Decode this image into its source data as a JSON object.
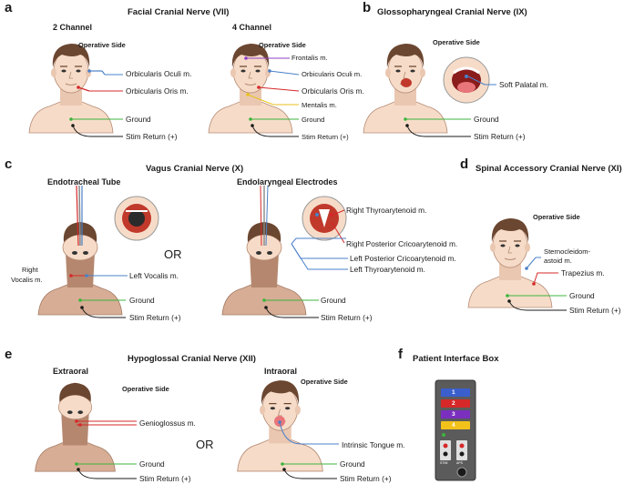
{
  "panels": {
    "a": {
      "letter": "a",
      "title": "Facial Cranial Nerve (VII)",
      "left_subtitle": "2 Channel",
      "right_subtitle": "4 Channel",
      "operative_side_left": "Operative Side",
      "operative_side_right": "Operative Side",
      "left_labels": [
        "Orbicularis Oculi m.",
        "Orbicularis Oris m.",
        "Ground",
        "Stim Return (+)"
      ],
      "right_labels": [
        "Frontalis m.",
        "Orbicularis Oculi m.",
        "Orbicularis Oris m.",
        "Mentalis m.",
        "Ground",
        "Stim Return (+)"
      ]
    },
    "b": {
      "letter": "b",
      "title": "Glossopharyngeal Cranial Nerve (IX)",
      "operative_side": "Operative Side",
      "labels": [
        "Soft Palatal m.",
        "Ground",
        "Stim Return (+)"
      ]
    },
    "c": {
      "letter": "c",
      "title": "Vagus Cranial Nerve (X)",
      "left_subtitle": "Endotracheal Tube",
      "right_subtitle": "Endolaryngeal Electrodes",
      "or": "OR",
      "left_labels": [
        "Right",
        "Vocalis m.",
        "Left Vocalis m.",
        "Ground",
        "Stim Return (+)"
      ],
      "right_labels": [
        "Right Thyroarytenoid m.",
        "Right Posterior Cricoarytenoid m.",
        "Left Posterior Cricoarytenoid m.",
        "Left Thyroarytenoid m.",
        "Ground",
        "Stim Return (+)"
      ]
    },
    "d": {
      "letter": "d",
      "title": "Spinal Accessory Cranial Nerve (XI)",
      "operative_side": "Operative Side",
      "labels": [
        "Sternocleidom-",
        "astoid m.",
        "Trapezius m.",
        "Ground",
        "Stim Return (+)"
      ]
    },
    "e": {
      "letter": "e",
      "title": "Hypoglossal Cranial Nerve (XII)",
      "left_subtitle": "Extraoral",
      "right_subtitle": "Intraoral",
      "or": "OR",
      "operative_side_left": "Operative Side",
      "operative_side_right": "Operative Side",
      "left_labels": [
        "Genioglossus m.",
        "Ground",
        "Stim Return (+)"
      ],
      "right_labels": [
        "Intrinsic Tongue m.",
        "Ground",
        "Stim Return (+)"
      ]
    },
    "f": {
      "letter": "f",
      "title": "Patient Interface Box",
      "channels": [
        "1",
        "2",
        "3",
        "4"
      ],
      "channel_colors": [
        "#3a5fcd",
        "#d62828",
        "#7b2fbe",
        "#f2c21b"
      ],
      "jack_labels": [
        "STIM",
        "APS"
      ]
    }
  },
  "colors": {
    "skin": "#f6dcc8",
    "skin_dark": "#caa08a",
    "hair": "#6b4630",
    "blue_lead": "#4a80c8",
    "red_lead": "#d62828",
    "green_ground": "#3cb43c",
    "purple_lead": "#8e3fc4",
    "yellow_lead": "#e8c21c",
    "black_lead": "#1a1a1a"
  }
}
